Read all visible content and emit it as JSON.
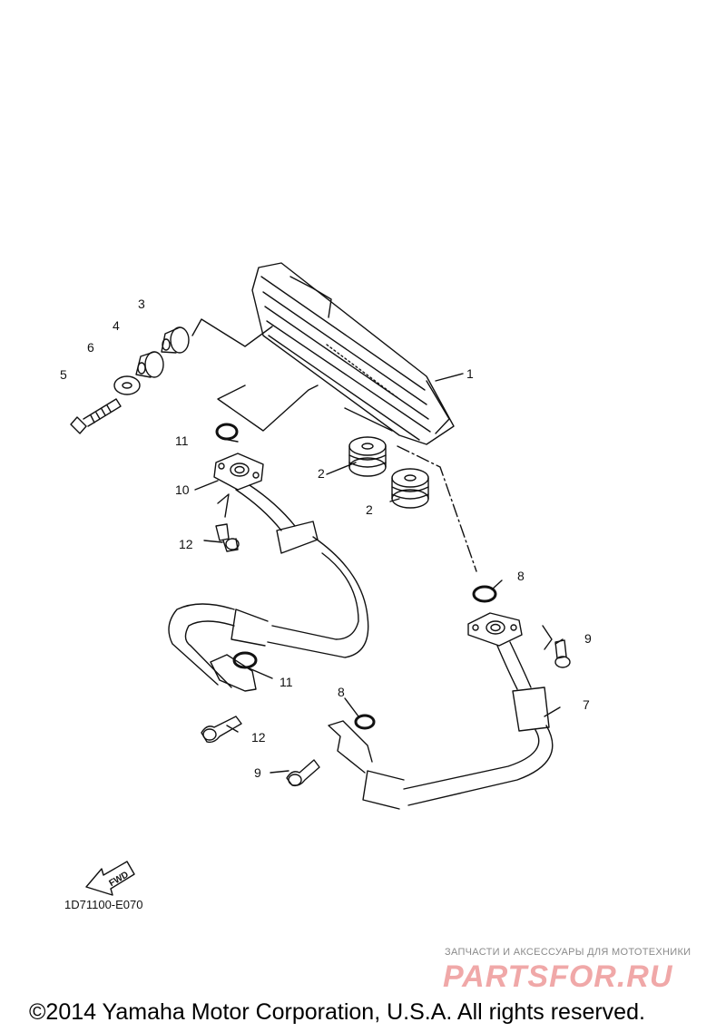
{
  "callouts": {
    "c1": "1",
    "c2a": "2",
    "c2b": "2",
    "c3": "3",
    "c4": "4",
    "c5": "5",
    "c6": "6",
    "c7": "7",
    "c8a": "8",
    "c8b": "8",
    "c9a": "9",
    "c9b": "9",
    "c10": "10",
    "c11a": "11",
    "c11b": "11",
    "c12a": "12",
    "c12b": "12"
  },
  "fwd_label": "FWD",
  "diagram_code": "1D71100-E070",
  "watermark": {
    "tagline": "ЗАПЧАСТИ И АКСЕССУАРЫ ДЛЯ МОТОТЕХНИКИ",
    "logo": "PARTSFOR.RU"
  },
  "copyright": "©2014 Yamaha Motor Corporation, U.S.A. All rights reserved."
}
